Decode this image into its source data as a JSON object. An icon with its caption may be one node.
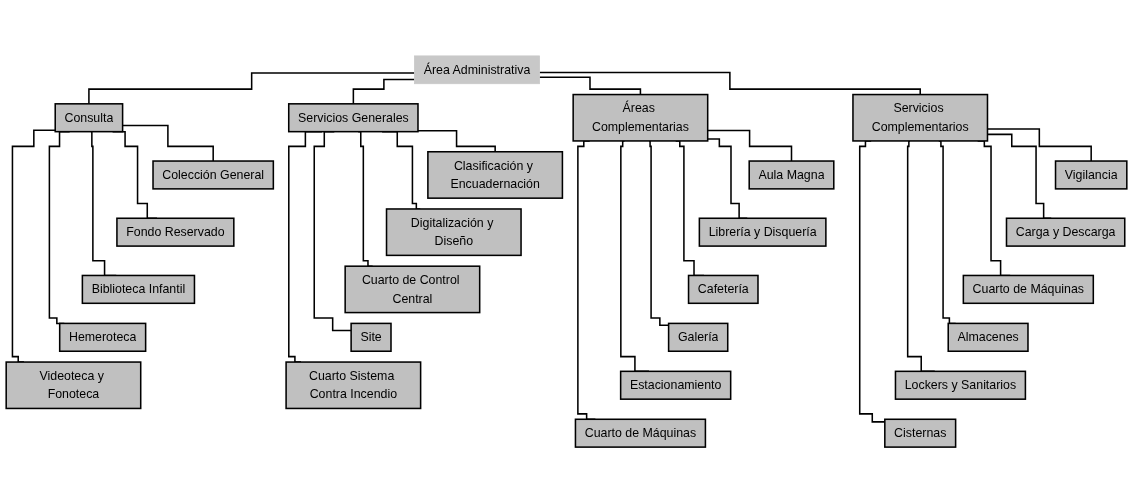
{
  "diagram": {
    "nodes": [
      {
        "text": [
          "Área Administrativa"
        ]
      },
      {
        "text": [
          "Consulta"
        ]
      },
      {
        "text": [
          "Colección General"
        ]
      },
      {
        "text": [
          "Fondo Reservado"
        ]
      },
      {
        "text": [
          "Biblioteca Infantil"
        ]
      },
      {
        "text": [
          "Hemeroteca"
        ]
      },
      {
        "text": [
          "Videoteca y Fonoteca"
        ]
      },
      {
        "text": [
          "Servicios Generales"
        ]
      },
      {
        "text": [
          "Clasificación y Encuadernación"
        ]
      },
      {
        "text": [
          "Digitalización y Diseño"
        ]
      },
      {
        "text": [
          "Cuarto de Control Central"
        ]
      },
      {
        "text": [
          "Site"
        ]
      },
      {
        "text": [
          "Cuarto Sistema Contra Incendio"
        ]
      },
      {
        "text": [
          "Áreas Complementarias"
        ]
      },
      {
        "text": [
          "Aula Magna"
        ]
      },
      {
        "text": [
          "Librería y Disquería"
        ]
      },
      {
        "text": [
          "Cafetería"
        ]
      },
      {
        "text": [
          "Galería"
        ]
      },
      {
        "text": [
          "Estacionamiento"
        ]
      },
      {
        "text": [
          "Cuarto de Máquinas"
        ]
      },
      {
        "text": [
          "Servicios Complementarios"
        ]
      },
      {
        "text": [
          "Vigilancia"
        ]
      },
      {
        "text": [
          "Carga y Descarga"
        ]
      },
      {
        "text": [
          "Cuarto de Máquinas"
        ]
      },
      {
        "text": [
          "Almacenes"
        ]
      },
      {
        "text": [
          "Lockers y Sanitarios"
        ]
      },
      {
        "text": [
          "Cisternas"
        ]
      }
    ],
    "edges": [
      {
        "from": 0,
        "to": 1,
        "arrow": "none"
      },
      {
        "from": 0,
        "to": 7,
        "arrow": "none"
      },
      {
        "from": 0,
        "to": 13,
        "arrow": "none"
      },
      {
        "from": 0,
        "to": 20,
        "arrow": "none"
      },
      {
        "from": 1,
        "to": 2,
        "arrow": "none"
      },
      {
        "from": 1,
        "to": 3,
        "arrow": "none"
      },
      {
        "from": 1,
        "to": 4,
        "arrow": "none"
      },
      {
        "from": 1,
        "to": 5,
        "arrow": "none"
      },
      {
        "from": 1,
        "to": 6,
        "arrow": "none"
      },
      {
        "from": 7,
        "to": 8,
        "arrow": "none"
      },
      {
        "from": 7,
        "to": 9,
        "arrow": "none"
      },
      {
        "from": 7,
        "to": 10,
        "arrow": "none"
      },
      {
        "from": 7,
        "to": 11,
        "arrow": "none"
      },
      {
        "from": 7,
        "to": 12,
        "arrow": "none"
      },
      {
        "from": 13,
        "to": 14,
        "arrow": "none"
      },
      {
        "from": 13,
        "to": 15,
        "arrow": "none"
      },
      {
        "from": 13,
        "to": 16,
        "arrow": "none"
      },
      {
        "from": 13,
        "to": 17,
        "arrow": "none"
      },
      {
        "from": 13,
        "to": 18,
        "arrow": "none"
      },
      {
        "from": 13,
        "to": 19,
        "arrow": "none"
      },
      {
        "from": 20,
        "to": 21,
        "arrow": "none"
      },
      {
        "from": 20,
        "to": 22,
        "arrow": "none"
      },
      {
        "from": 20,
        "to": 23,
        "arrow": "none"
      },
      {
        "from": 20,
        "to": 24,
        "arrow": "none"
      },
      {
        "from": 20,
        "to": 25,
        "arrow": "none"
      },
      {
        "from": 20,
        "to": 26,
        "arrow": "none"
      }
    ]
  }
}
